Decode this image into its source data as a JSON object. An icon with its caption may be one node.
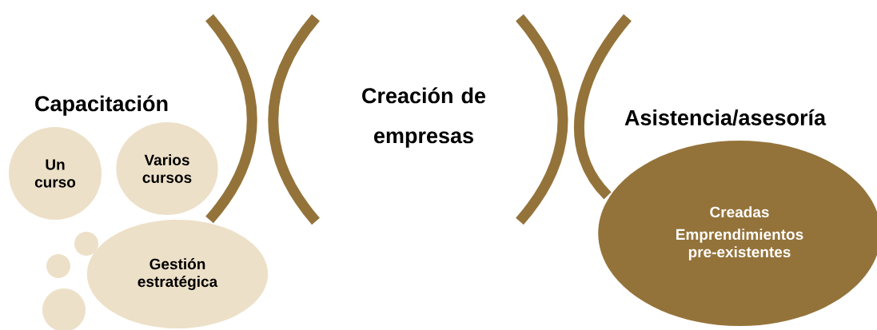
{
  "diagram": {
    "nodes": [
      {
        "text": [
          "Un curso"
        ]
      },
      {
        "text": [
          "Varios cursos"
        ]
      },
      {
        "text": [],
        "shape": "circle"
      },
      {
        "text": [],
        "shape": "circle"
      },
      {
        "text": [
          "Gestión estratégica"
        ]
      },
      {
        "text": [],
        "shape": "circle"
      },
      {
        "text": [
          "Creadas",
          "Emprendimientos pre-existentes"
        ]
      }
    ],
    "labels": [
      "Capacitación",
      "Creación de empresas",
      "Asistencia/asesoría"
    ]
  }
}
